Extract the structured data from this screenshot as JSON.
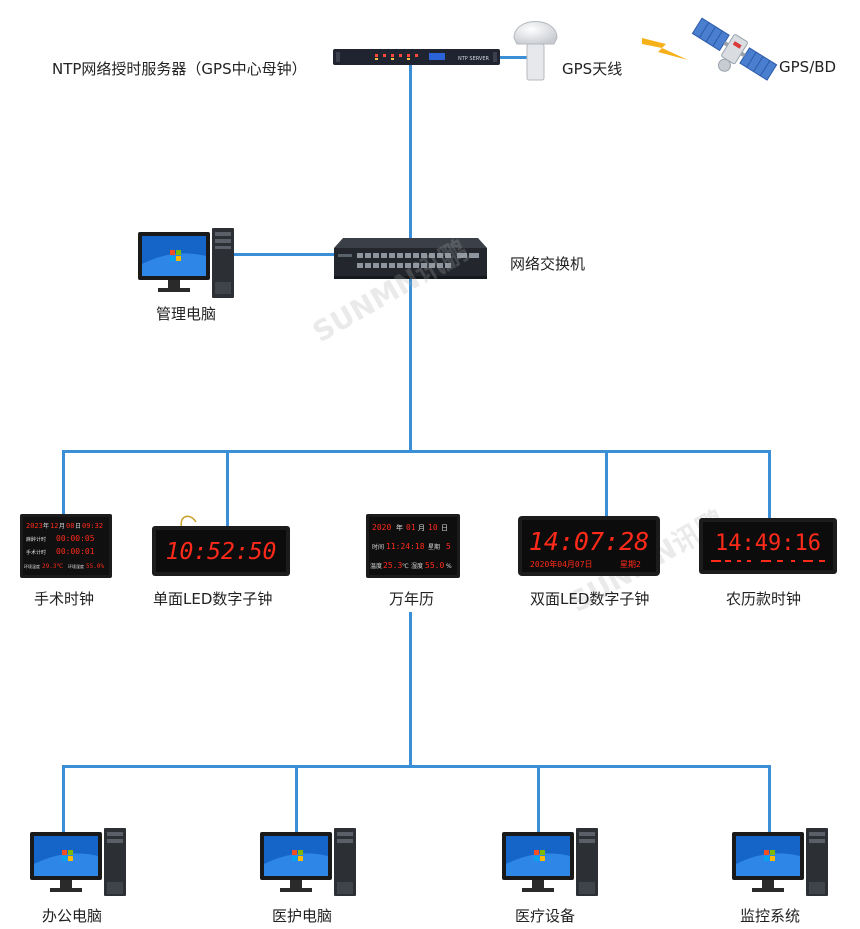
{
  "colors": {
    "link": "#3a8fd6",
    "led": "#ff2a1a",
    "device": "#1d1d1d"
  },
  "top": {
    "server_label": "NTP网络授时服务器（GPS中心母钟）",
    "server_panel_text": "NTP SERVER",
    "antenna_label": "GPS天线",
    "satellite_label": "GPS/BD"
  },
  "middle": {
    "switch_label": "网络交换机",
    "admin_pc_label": "管理电脑"
  },
  "watermark": "SUNMN讯鹏",
  "clocks": [
    {
      "label": "手术时钟",
      "rows": [
        [
          "2023",
          "年",
          "12",
          "月",
          "08",
          "日",
          "09:32"
        ],
        [
          "麻醉计时",
          "00:00:05"
        ],
        [
          "手术计时",
          "00:00:01"
        ],
        [
          "环境温度",
          "29.3℃",
          "环境湿度",
          "55.0%"
        ]
      ]
    },
    {
      "label": "单面LED数字子钟",
      "time": "10:52:50"
    },
    {
      "label": "万年历",
      "line1": [
        "2020",
        "年",
        "01",
        "月",
        "10",
        "日"
      ],
      "line2": [
        "时间",
        "11:24:18",
        "星期",
        "5"
      ],
      "line3": [
        "温度",
        "25.3",
        "℃",
        "湿度",
        "55.0",
        "%"
      ]
    },
    {
      "label": "双面LED数字子钟",
      "time": "14:07:28",
      "date": "2020年04月07日",
      "weekday": "星期2"
    },
    {
      "label": "农历款时钟",
      "time": "14:49:16"
    }
  ],
  "terminals": [
    {
      "label": "办公电脑"
    },
    {
      "label": "医护电脑"
    },
    {
      "label": "医疗设备"
    },
    {
      "label": "监控系统"
    }
  ]
}
